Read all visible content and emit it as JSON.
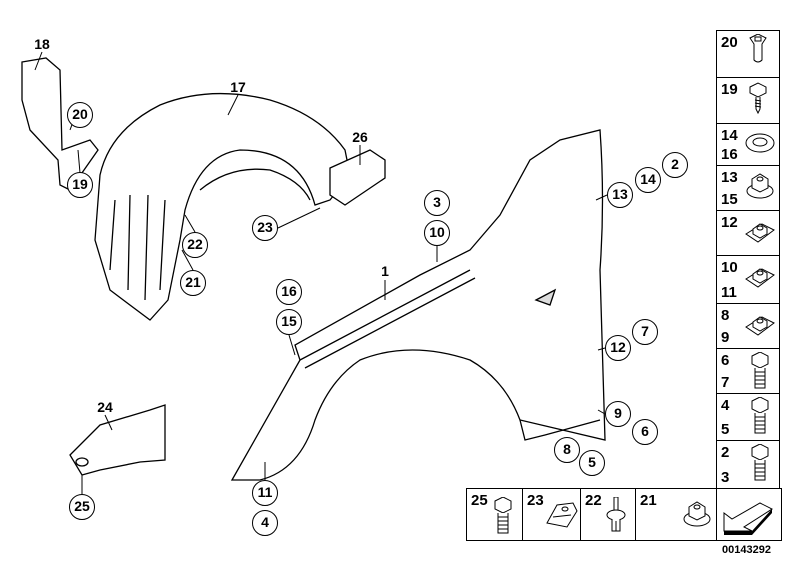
{
  "diagram": {
    "callouts_circled": [
      "20",
      "19",
      "23",
      "22",
      "21",
      "3",
      "10",
      "16",
      "15",
      "13",
      "14",
      "2",
      "12",
      "7",
      "9",
      "6",
      "8",
      "5",
      "11",
      "4",
      "25"
    ],
    "labels_plain": [
      "18",
      "17",
      "26",
      "1",
      "24"
    ],
    "parts_column": [
      {
        "numbers": [
          "20"
        ],
        "icon": "clip-nut-icon"
      },
      {
        "numbers": [
          "19"
        ],
        "icon": "self-tapping-screw-icon"
      },
      {
        "numbers": [
          "14",
          "16"
        ],
        "icon": "washer-icon"
      },
      {
        "numbers": [
          "13",
          "15"
        ],
        "icon": "collar-nut-icon"
      },
      {
        "numbers": [
          "12"
        ],
        "icon": "cage-nut-icon"
      },
      {
        "numbers": [
          "10",
          "11"
        ],
        "icon": "cage-nut-icon"
      },
      {
        "numbers": [
          "8",
          "9"
        ],
        "icon": "cage-nut-icon"
      },
      {
        "numbers": [
          "6",
          "7"
        ],
        "icon": "hex-bolt-icon"
      },
      {
        "numbers": [
          "4",
          "5"
        ],
        "icon": "hex-bolt-icon"
      },
      {
        "numbers": [
          "2",
          "3"
        ],
        "icon": "hex-bolt-icon"
      }
    ],
    "parts_row": [
      {
        "numbers": [
          "25"
        ],
        "icon": "hex-bolt-icon"
      },
      {
        "numbers": [
          "23"
        ],
        "icon": "spring-clip-icon"
      },
      {
        "numbers": [
          "22"
        ],
        "icon": "expanding-rivet-icon"
      },
      {
        "numbers": [
          "21"
        ],
        "icon": "collar-nut-icon"
      },
      {
        "numbers": [],
        "icon": "direction-arrow-icon"
      }
    ],
    "diagram_number": "00143292"
  }
}
